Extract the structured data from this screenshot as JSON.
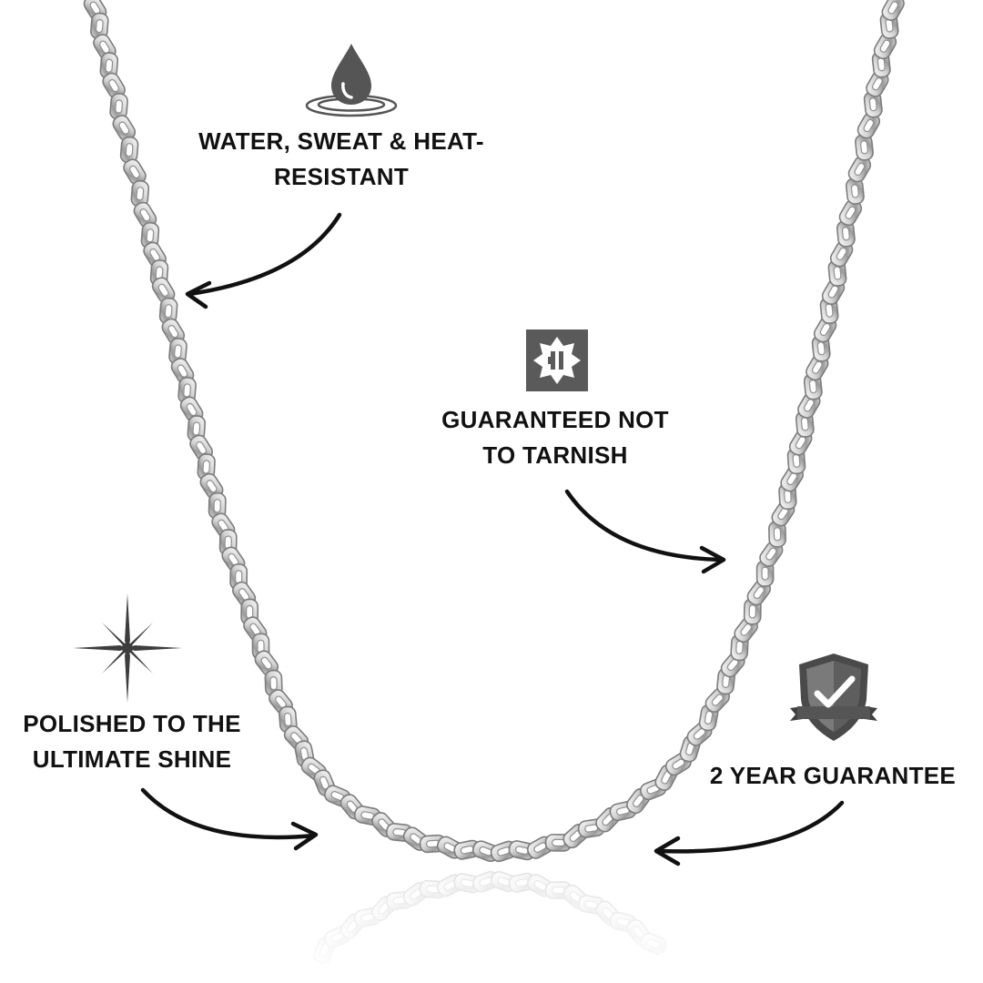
{
  "features": {
    "water": {
      "line1": "WATER, SWEAT & HEAT-",
      "line2": "RESISTANT",
      "icon": "water-drop-icon"
    },
    "tarnish": {
      "line1": "GUARANTEED NOT",
      "line2": "TO TARNISH",
      "icon": "tarnish-badge-icon"
    },
    "shine": {
      "line1": "POLISHED TO THE",
      "line2": "ULTIMATE SHINE",
      "icon": "sparkle-icon"
    },
    "guarantee": {
      "line1": "2 YEAR GUARANTEE",
      "icon": "shield-check-icon"
    }
  },
  "colors": {
    "text": "#111111",
    "icon": "#555555",
    "chain_light": "#f4f4f4",
    "chain_dark": "#8a8a8a",
    "arrow": "#111111"
  }
}
